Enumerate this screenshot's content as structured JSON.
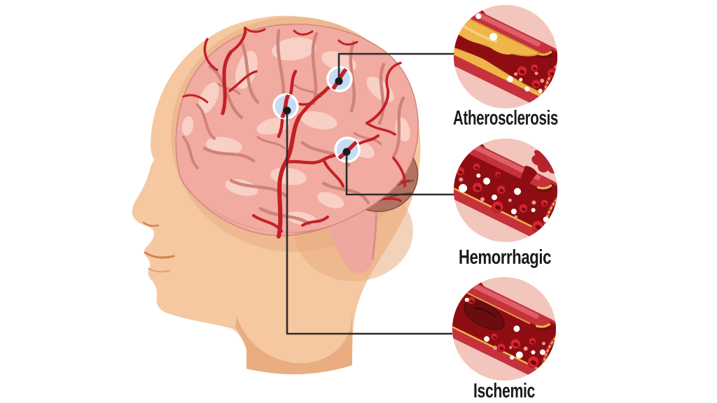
{
  "insets": [
    {
      "id": "atherosclerosis",
      "label": "Atherosclerosis"
    },
    {
      "id": "hemorrhagic",
      "label": "Hemorrhagic"
    },
    {
      "id": "ischemic",
      "label": "Ischemic"
    }
  ],
  "markers": {
    "count": 3,
    "style": "blue-circle-with-black-dot"
  },
  "colors": {
    "background": "#ffffff",
    "skin": "#f5c8a1",
    "skin_shadow": "#e9ad81",
    "skull_rim": "#eeb990",
    "brain": "#f1aba1",
    "brain_highlight": "#f9d6cc",
    "brain_sulci": "#cf837b",
    "cerebellum": "#b17260",
    "cerebellum_lines": "#7c4134",
    "brainstem": "#efa8a0",
    "vessel_red": "#c32026",
    "marker_fill": "#c5dcf4",
    "marker_ring": "#ffffff",
    "marker_dot": "#1e1a1b",
    "connector": "#2e2a2b",
    "inset_bg": "#f2c6bc",
    "wall": "#c5323c",
    "wall_light": "#dd5f68",
    "lumen": "#8e0d13",
    "lumen_dark": "#6a0d11",
    "plaque": "#efb54a",
    "plaque_dark": "#d9992f",
    "plaque_light": "#f7d276",
    "cell": "#d8252d",
    "cell_dark": "#9e1117",
    "cell_pink": "#f0948c",
    "blood_splat": "#b5232b",
    "clot": "#6a0d11",
    "face_line": "#d5814f",
    "label_text": "#1b1b1b"
  }
}
